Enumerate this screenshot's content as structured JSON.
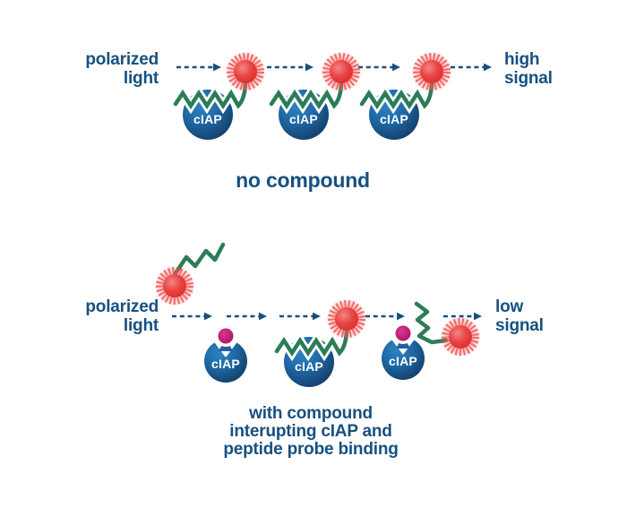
{
  "diagram": {
    "top_row": {
      "left_label": "polarized\nlight",
      "right_label": "high\nsignal"
    },
    "top_caption": "no compound",
    "bottom_row": {
      "left_label": "polarized\nlight",
      "right_label": "low\nsignal"
    },
    "bottom_caption": "with compound\ninterupting cIAP and\npeptide probe binding",
    "protein_label": "cIAP",
    "icons": {
      "sphere": "ciap-protein-sphere",
      "zigzag": "peptide-probe-zigzag",
      "starburst": "fluorophore-starburst",
      "dot": "compound-dot",
      "arrow": "dashed-light-arrow"
    },
    "colors": {
      "navy_text": "#17507f",
      "sphere_light": "#2e84c2",
      "sphere_dark": "#133a62",
      "peptide_green": "#2c7d57",
      "fluorophore_red": "#e94444",
      "compound_magenta": "#c2156f",
      "background": "#ffffff"
    }
  }
}
